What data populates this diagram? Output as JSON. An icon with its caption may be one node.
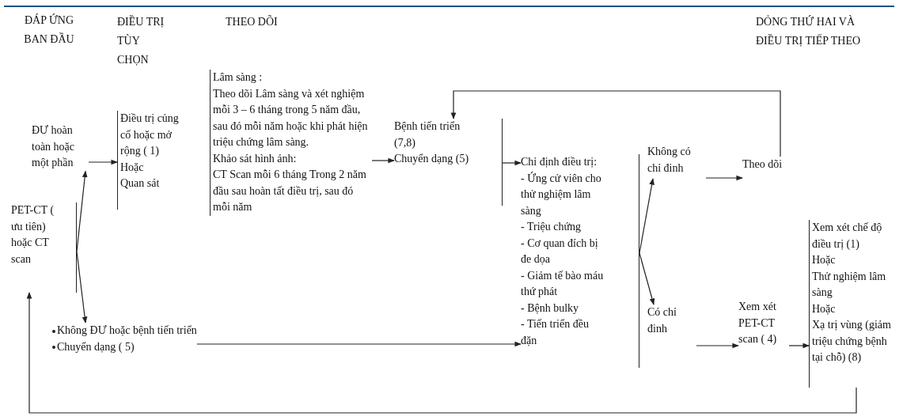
{
  "diagram": {
    "nodes": [
      {
        "text": [
          "PET-CT ( ưu tiên) hoặc CT scan"
        ]
      },
      {
        "text": [
          "ĐƯ hoàn toàn hoặc một phần"
        ]
      },
      {
        "text": [
          "Điều trị củng cố hoặc mở rộng ( 1)",
          "Hoặc",
          "Quan sát"
        ]
      },
      {
        "text": [
          "Lâm sàng :",
          "Theo dõi Lâm sàng và xét nghiệm mỗi 3 – 6 tháng trong 5 năm đầu, sau đó mỗi năm hoặc khi phát hiện triệu chứng lâm sàng.",
          "Khảo sát hình ảnh:",
          "CT Scan mỗi 6 tháng Trong 2 năm đầu sau hoàn tất điều trị, sau đó mỗi năm"
        ]
      },
      {
        "text": [
          "Bệnh tiến triển (7,8)",
          "Chuyển dạng (5)"
        ]
      },
      {
        "text": [
          "Chỉ định điều trị:",
          "- Ứng cử viên cho thử nghiệm lâm sàng",
          "- Triệu chứng",
          "- Cơ quan đích bị đe dọa",
          "- Giảm tế bào máu thứ phát",
          "- Bệnh bulky",
          "- Tiến triển đều đặn"
        ]
      },
      {
        "text": [
          "Không có chỉ đinh"
        ]
      },
      {
        "text": [
          "Theo dõi"
        ]
      },
      {
        "text": [
          "Có chỉ đinh"
        ]
      },
      {
        "text": [
          "Xem xét PET-CT scan ( 4)"
        ]
      },
      {
        "text": [
          "Xem xét chế độ điều trị (1)",
          "Hoặc",
          "Thử nghiệm lâm sàng",
          "Hoặc",
          "Xạ trị vùng (giảm triệu chứng bệnh tại chỗ) (8)"
        ]
      },
      {
        "text": [
          "Không ĐƯ hoặc bệnh tiến triển",
          "Chuyển dạng ( 5)"
        ]
      }
    ],
    "edges": [
      {
        "from": 0,
        "to": 1,
        "arrow": "to"
      },
      {
        "from": 0,
        "to": 11,
        "arrow": "to"
      },
      {
        "from": 1,
        "to": 2,
        "arrow": "to"
      },
      {
        "from": 3,
        "to": 4,
        "arrow": "to"
      },
      {
        "from": 4,
        "to": 5,
        "arrow": "to"
      },
      {
        "from": 5,
        "to": 6,
        "arrow": "to"
      },
      {
        "from": 5,
        "to": 8,
        "arrow": "to"
      },
      {
        "from": 6,
        "to": 7,
        "arrow": "to"
      },
      {
        "from": 7,
        "to": 4,
        "arrow": "to"
      },
      {
        "from": 8,
        "to": 9,
        "arrow": "to"
      },
      {
        "from": 9,
        "to": 10,
        "arrow": "to"
      },
      {
        "from": 10,
        "to": 0,
        "arrow": "to"
      },
      {
        "from": 11,
        "to": 5,
        "arrow": "to"
      }
    ],
    "labels": [
      "ĐÁP ỨNG BAN ĐẦU",
      "ĐIỀU TRỊ TÙY CHỌN",
      "THEO DÕI",
      "DỎNG THỨ HAI VÀ ĐIỀU TRỊ TIẾP THEO"
    ]
  }
}
